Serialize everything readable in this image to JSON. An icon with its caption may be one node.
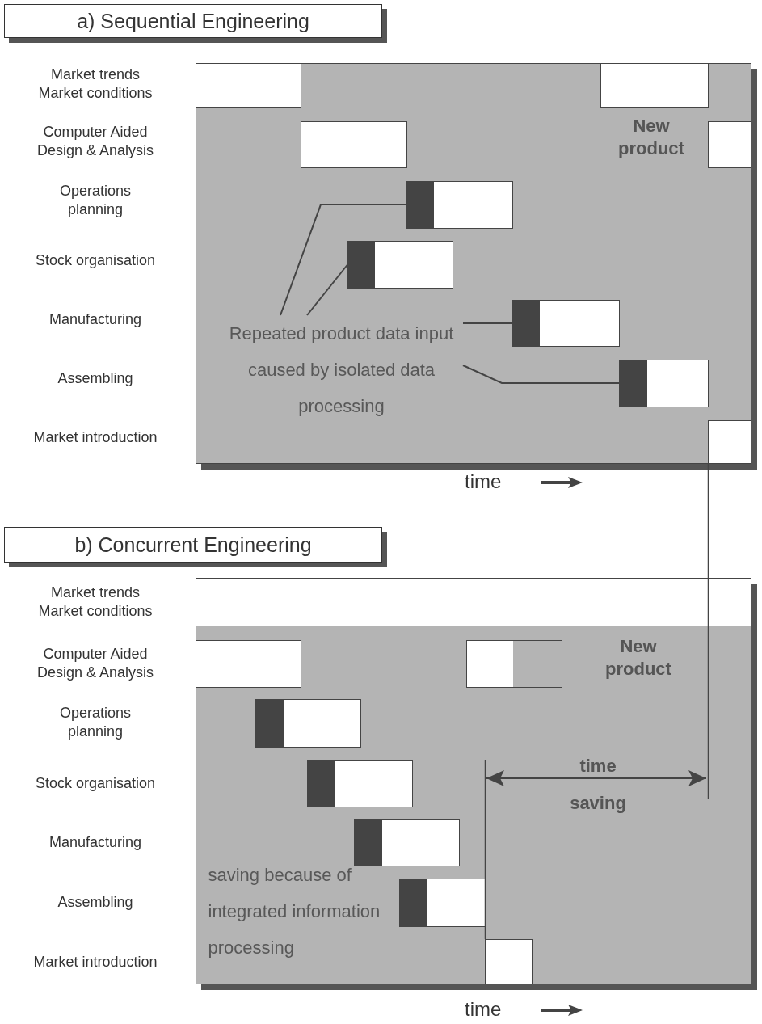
{
  "diagram": {
    "nodes": [
      {
        "text": [
          "a) Sequential Engineering"
        ]
      },
      {
        "text": [],
        "shape": "box"
      },
      {
        "text": [],
        "shape": "bar",
        "in": 1
      },
      {
        "text": [],
        "shape": "bar",
        "in": 1
      },
      {
        "text": [],
        "shape": "bar",
        "in": 1
      },
      {
        "text": [],
        "shape": "bar",
        "in": 1
      },
      {
        "text": [],
        "shape": "bar",
        "in": 1
      },
      {
        "text": [],
        "shape": "bar",
        "in": 1
      },
      {
        "text": [],
        "shape": "bar",
        "in": 1
      },
      {
        "text": [],
        "shape": "bar",
        "in": 1
      },
      {
        "text": [],
        "shape": "bar",
        "in": 1
      },
      {
        "text": [
          "Repeated product data input caused by isolated data processing"
        ],
        "in": 1
      },
      {
        "text": [
          "b) Concurrent Engineering"
        ]
      },
      {
        "text": [],
        "shape": "box"
      },
      {
        "text": [],
        "shape": "bar",
        "in": 13
      },
      {
        "text": [],
        "shape": "bar",
        "in": 13
      },
      {
        "text": [],
        "shape": "bar",
        "in": 13
      },
      {
        "text": [],
        "shape": "bar",
        "in": 13
      },
      {
        "text": [],
        "shape": "bar",
        "in": 13
      },
      {
        "text": [],
        "shape": "bar",
        "in": 13
      },
      {
        "text": [],
        "shape": "bar",
        "in": 13
      },
      {
        "text": [],
        "shape": "bar",
        "in": 13
      },
      {
        "text": [
          "saving because of integrated information processing"
        ],
        "in": 13
      }
    ],
    "edges": [
      {
        "from": 11,
        "to": 5,
        "arrow": "none"
      },
      {
        "from": 11,
        "to": 6,
        "arrow": "none"
      },
      {
        "from": 11,
        "to": 7,
        "arrow": "none"
      },
      {
        "from": 11,
        "to": 8,
        "arrow": "none"
      }
    ],
    "labels": [
      "Market trends Market conditions",
      "Computer Aided Design & Analysis",
      "Operations planning",
      "Stock organisation",
      "Manufacturing",
      "Assembling",
      "Market introduction",
      "New product",
      "time",
      "Market trends Market conditions",
      "Computer Aided Design & Analysis",
      "Operations planning",
      "Stock organisation",
      "Manufacturing",
      "Assembling",
      "Market introduction",
      "New product",
      "time saving",
      "time"
    ]
  }
}
